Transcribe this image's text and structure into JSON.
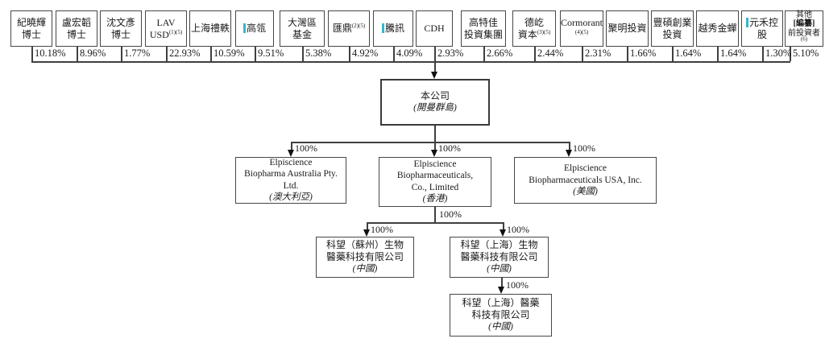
{
  "colors": {
    "highlight_mark": "#35b6c9",
    "line": "#3f3f3f",
    "border": "#474747"
  },
  "shareholders": [
    {
      "name": "紀曉輝\n博士",
      "pct": "10.18%"
    },
    {
      "name": "盧宏韜\n博士",
      "pct": "8.96%"
    },
    {
      "name": "沈文彥\n博士",
      "pct": "1.77%"
    },
    {
      "name": "LAV\nUSD",
      "sup": "(1)(5)",
      "pct": "22.93%"
    },
    {
      "name": "上海禮軼",
      "pct": "10.59%"
    },
    {
      "name": "高瓴",
      "pct": "9.51%",
      "highlighted": true
    },
    {
      "name": "大灣區\n基金",
      "pct": "5.38%"
    },
    {
      "name": "匯鼎",
      "sup": "(2)(5)",
      "pct": "4.92%"
    },
    {
      "name": "騰訊",
      "pct": "4.09%",
      "highlighted": true
    },
    {
      "name": "CDH",
      "pct": "2.93%"
    },
    {
      "name": "高特佳\n投資集團",
      "pct": "2.66%"
    },
    {
      "name": "德屹\n資本",
      "sup": "(3)(5)",
      "pct": "2.44%"
    },
    {
      "name": "Cormorant",
      "sup": "\n(4)(5)",
      "pct": "2.31%"
    },
    {
      "name": "聚明投資",
      "pct": "1.66%"
    },
    {
      "name": "豐碩創業\n投資",
      "pct": "1.64%"
    },
    {
      "name": "越秀金蟬",
      "pct": "1.64%"
    },
    {
      "name": "元禾控股",
      "pct": "1.30%",
      "highlighted": true
    },
    {
      "line1": "其他\n",
      "line2": "[編纂]",
      "line3": "\n前投資者",
      "sup": "(6)",
      "pct": "5.10%"
    }
  ],
  "company": {
    "name": "本公司",
    "location": "(開曼群島)"
  },
  "subsidiaries": [
    {
      "name": "Elpiscience\nBiopharma Australia Pty. Ltd.",
      "location": "(澳大利亞)",
      "ownership": "100%"
    },
    {
      "name": "Elpiscience\nBiopharmaceuticals,\nCo., Limited",
      "location": "(香港)",
      "ownership": "100%"
    },
    {
      "name": "Elpiscience\nBiopharmaceuticals USA, Inc.",
      "location": "(美國)",
      "ownership": "100%"
    }
  ],
  "china": {
    "stem_ownership": "100%",
    "nodes": [
      {
        "name": "科望（蘇州）生物\n醫藥科技有限公司",
        "location": "(中國)",
        "ownership": "100%"
      },
      {
        "name": "科望（上海）生物\n醫藥科技有限公司",
        "location": "(中國)",
        "ownership": "100%"
      },
      {
        "name": "科望（上海）醫藥\n科技有限公司",
        "location": "(中國)",
        "ownership": "100%"
      }
    ]
  }
}
